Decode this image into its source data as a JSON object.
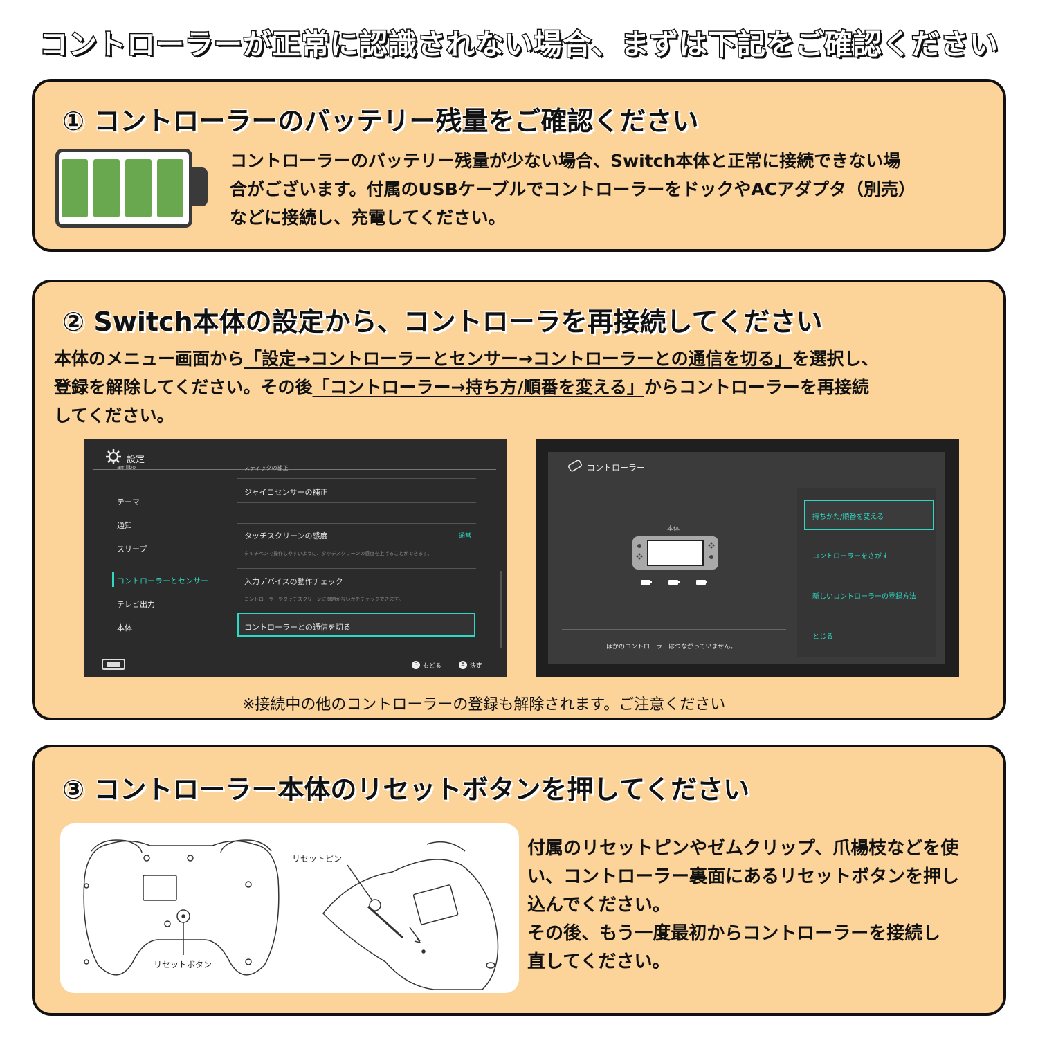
{
  "main_title": "コントローラーが正常に認識されない場合、まずは下記をご確認ください",
  "colors": {
    "card_bg": "#fcd49a",
    "battery_green": "#6aa84f",
    "switch_teal": "#2fd8c2",
    "screen_dark": "#2d2d2d"
  },
  "section1": {
    "title": "① コントローラーのバッテリー残量をご確認ください",
    "icon": "battery-icon",
    "battery_level": 1.0,
    "lines": [
      "コントローラーのバッテリー残量が少ない場合、Switch本体と正常に接続できない場",
      "合がございます。付属のUSBケーブルでコントローラーをドックやACアダプタ（別売）",
      "などに接続し、充電してください。"
    ]
  },
  "section2": {
    "title": "② Switch本体の設定から、コントローラを再接続してください",
    "l1_pre": "本体のメニュー画面から",
    "l1_u": "「設定→コントローラーとセンサー→コントローラーとの通信を切る」",
    "l1_post": "を選択し、",
    "l2_pre": "登録を解除してください。その後",
    "l2_u": "「コントローラー→持ち方/順番を変える」",
    "l2_post": "からコントローラーを再接続",
    "l3": "してください。",
    "note": "※接続中の他のコントローラーの登録も解除されます。ご注意ください",
    "settings_screen": {
      "header": "設定",
      "cut_top_left": "amiibo",
      "cut_top_right": "スティックの補正",
      "sidebar": [
        "テーマ",
        "通知",
        "スリープ",
        "コントローラーとセンサー",
        "テレビ出力",
        "本体"
      ],
      "gyro": "ジャイロセンサーの補正",
      "touch": "タッチスクリーンの感度",
      "touch_value": "通常",
      "touch_desc": "タッチペンで操作しやすいように、タッチスクリーンの感度を上げることができます。",
      "input_check": "入力デバイスの動作チェック",
      "input_desc": "コントローラーやタッチスクリーンに問題がないかをチェックできます。",
      "disconnect": "コントローラーとの通信を切る",
      "btn_b": "B",
      "back": "もどる",
      "btn_a": "A",
      "ok": "決定"
    },
    "controllers_screen": {
      "header": "コントローラー",
      "console_label": "本体",
      "status": "ほかのコントローラーはつながっていません。",
      "menu": [
        "持ちかた/順番を変える",
        "コントローラーをさがす",
        "新しいコントローラーの登録方法",
        "とじる"
      ]
    }
  },
  "section3": {
    "title": "③ コントローラー本体のリセットボタンを押してください",
    "reset_button_label": "リセットボタン",
    "reset_pin_label": "リセットピン",
    "lines": [
      "付属のリセットピンやゼムクリップ、爪楊枝などを使",
      "い、コントローラー裏面にあるリセットボタンを押し",
      "込んでください。",
      "その後、もう一度最初からコントローラーを接続し",
      "直してください。"
    ]
  }
}
